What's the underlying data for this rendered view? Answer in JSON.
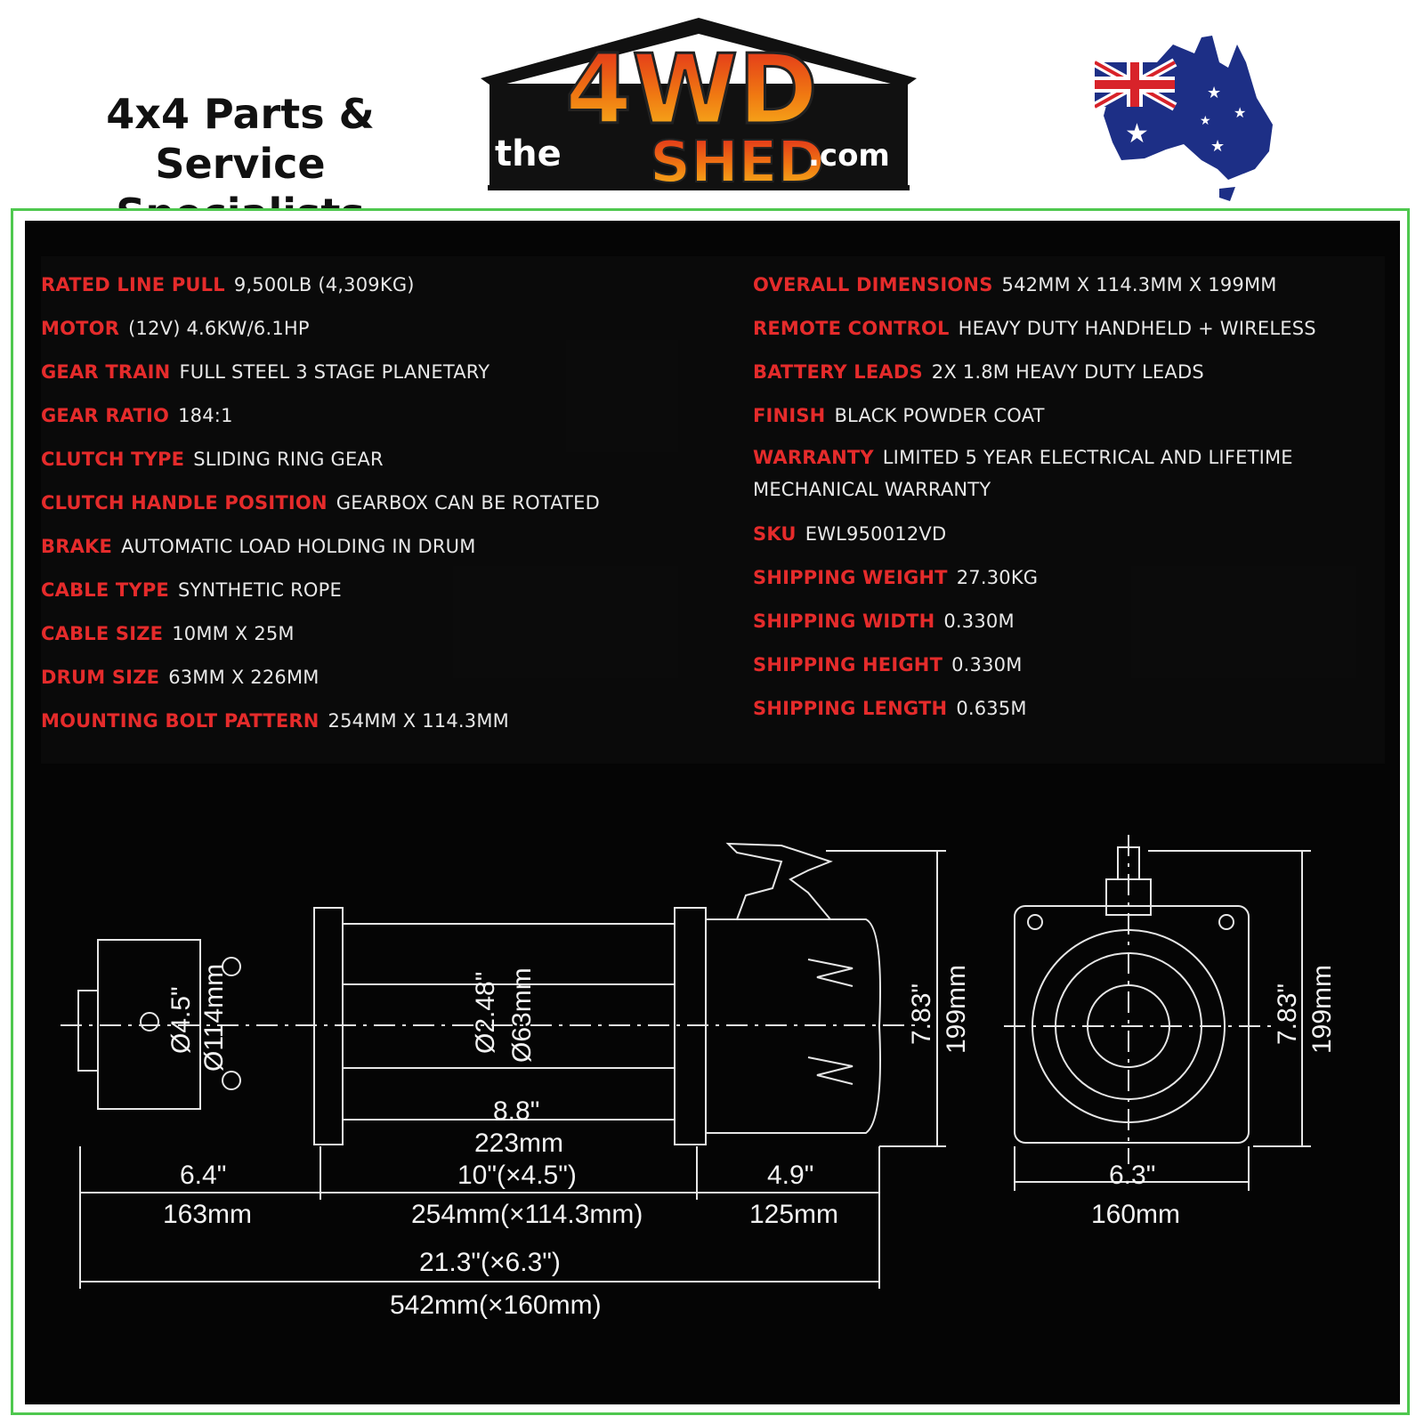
{
  "header": {
    "tagline_line1": "4x4 Parts & Service",
    "tagline_line2": "Specialists",
    "logo": {
      "the": "the",
      "four_wd": "4WD",
      "shed": "SHED",
      "com": ".com"
    }
  },
  "specs_left": [
    {
      "label": "RATED LINE PULL",
      "value": "9,500LB (4,309KG)"
    },
    {
      "label": "MOTOR",
      "value": "(12V) 4.6KW/6.1HP"
    },
    {
      "label": "GEAR TRAIN",
      "value": "FULL STEEL 3 STAGE PLANETARY"
    },
    {
      "label": "GEAR RATIO",
      "value": "184:1"
    },
    {
      "label": "CLUTCH TYPE",
      "value": "SLIDING RING GEAR"
    },
    {
      "label": "CLUTCH HANDLE POSITION",
      "value": "GEARBOX CAN BE ROTATED"
    },
    {
      "label": "BRAKE",
      "value": "AUTOMATIC LOAD HOLDING IN DRUM"
    },
    {
      "label": "CABLE TYPE",
      "value": "SYNTHETIC ROPE"
    },
    {
      "label": "CABLE SIZE",
      "value": "10MM X 25M"
    },
    {
      "label": "DRUM SIZE",
      "value": "63MM X 226MM"
    },
    {
      "label": "MOUNTING BOLT PATTERN",
      "value": "254MM X 114.3MM"
    }
  ],
  "specs_right": [
    {
      "label": "OVERALL DIMENSIONS",
      "value": "542MM X 114.3MM X 199MM"
    },
    {
      "label": "REMOTE CONTROL",
      "value": "HEAVY DUTY HANDHELD + WIRELESS"
    },
    {
      "label": "BATTERY LEADS",
      "value": "2X 1.8M HEAVY DUTY LEADS"
    },
    {
      "label": "FINISH",
      "value": "BLACK POWDER COAT"
    },
    {
      "label": "WARRANTY",
      "value": "LIMITED 5 YEAR ELECTRICAL AND LIFETIME MECHANICAL WARRANTY"
    },
    {
      "label": "SKU",
      "value": "EWL950012VD"
    },
    {
      "label": "SHIPPING WEIGHT",
      "value": "27.30KG"
    },
    {
      "label": "SHIPPING WIDTH",
      "value": "0.330M"
    },
    {
      "label": "SHIPPING HEIGHT",
      "value": "0.330M"
    },
    {
      "label": "SHIPPING LENGTH",
      "value": "0.635M"
    }
  ],
  "drawing": {
    "motor_dia_in": "Ø4.5\"",
    "motor_dia_mm": "Ø114mm",
    "drum_dia_in": "Ø2.48\"",
    "drum_dia_mm": "Ø63mm",
    "drum_len_in": "8.8\"",
    "drum_len_mm": "223mm",
    "motor_len_in": "6.4\"",
    "motor_len_mm": "163mm",
    "bolt_in": "10\"(×4.5\")",
    "bolt_mm": "254mm(×114.3mm)",
    "gear_len_in": "4.9\"",
    "gear_len_mm": "125mm",
    "total_in": "21.3\"(×6.3\")",
    "total_mm": "542mm(×160mm)",
    "height_in": "7.83\"",
    "height_mm": "199mm",
    "end_width_in": "6.3\"",
    "end_width_mm": "160mm",
    "end_height_in": "7.83\"",
    "end_height_mm": "199mm"
  }
}
